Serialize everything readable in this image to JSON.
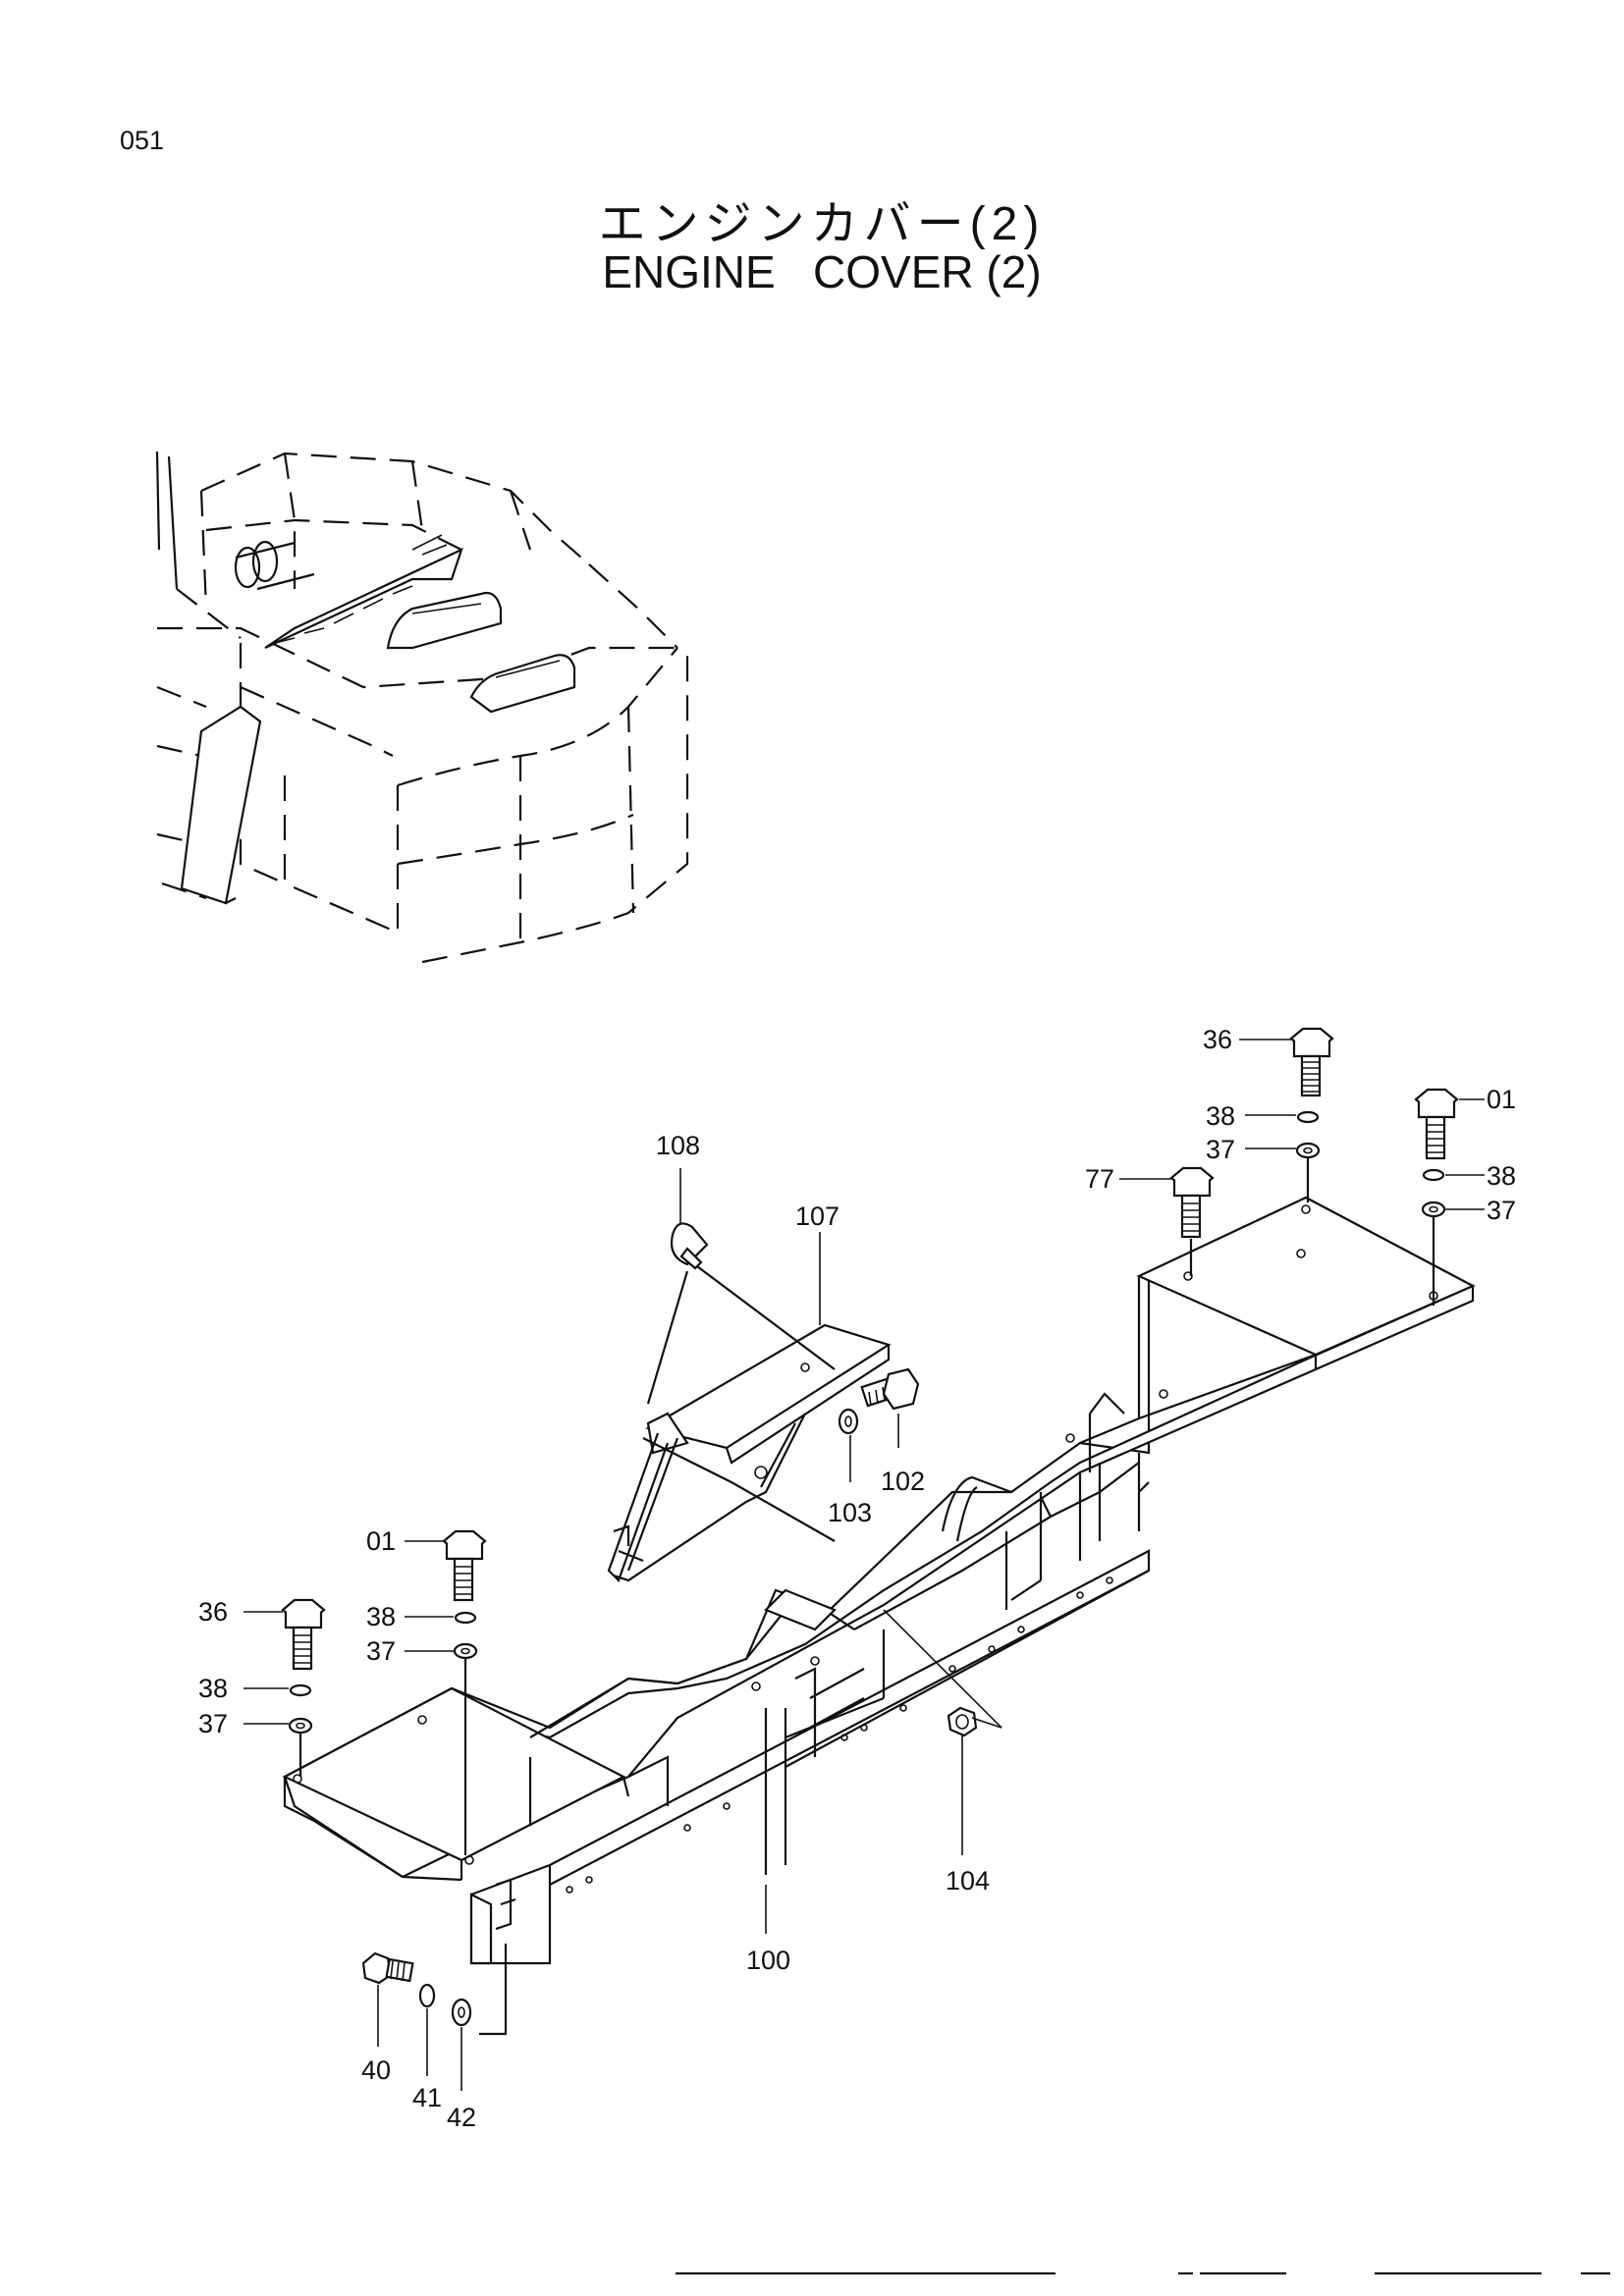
{
  "page": {
    "page_number": "051",
    "title_jp": "エンジンカバー(2)",
    "title_en": "ENGINE   COVER (2)"
  },
  "callouts": {
    "c01_a": "01",
    "c36_a": "36",
    "c38_a": "38",
    "c37_a": "37",
    "c38_b": "38",
    "c37_b": "37",
    "c77": "77",
    "c108": "108",
    "c107": "107",
    "c102": "102",
    "c103": "103",
    "c01_b": "01",
    "c38_c": "38",
    "c37_c": "37",
    "c36_b": "36",
    "c38_d": "38",
    "c37_d": "37",
    "c104": "104",
    "c100": "100",
    "c40": "40",
    "c41": "41",
    "c42": "42"
  }
}
